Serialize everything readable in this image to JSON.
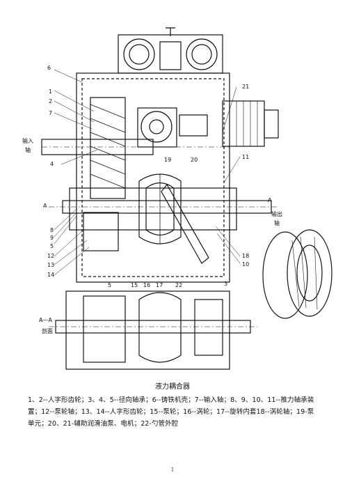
{
  "figure": {
    "callouts": [
      "1",
      "2",
      "3",
      "4",
      "5",
      "6",
      "7",
      "8",
      "9",
      "10",
      "11",
      "12",
      "13",
      "14",
      "15",
      "16",
      "17",
      "18",
      "19",
      "20",
      "21",
      "22"
    ],
    "section_marks": [
      "A",
      "A"
    ],
    "labels": {
      "input_shaft_top": "输入",
      "input_shaft_bottom": "轴",
      "output_shaft_top": "输出",
      "output_shaft_bottom": "轴",
      "section_view_top": "A—A",
      "section_view_bottom": "剖面"
    }
  },
  "caption": "液力耦合器",
  "legend": "1、2--人字形齿轮；3、4、5--径向轴承；6--铸铁机壳；7--输入轴；8、9、10、11--推力轴承装置；12--泵轮轴；13、14--人字形齿轮；15--泵轮；16--涡轮；17--旋转内套18--涡轮轴；19-泵单元；20、21-辅助润滑油泵、电机；22-勺管外腔",
  "page_number": "1"
}
